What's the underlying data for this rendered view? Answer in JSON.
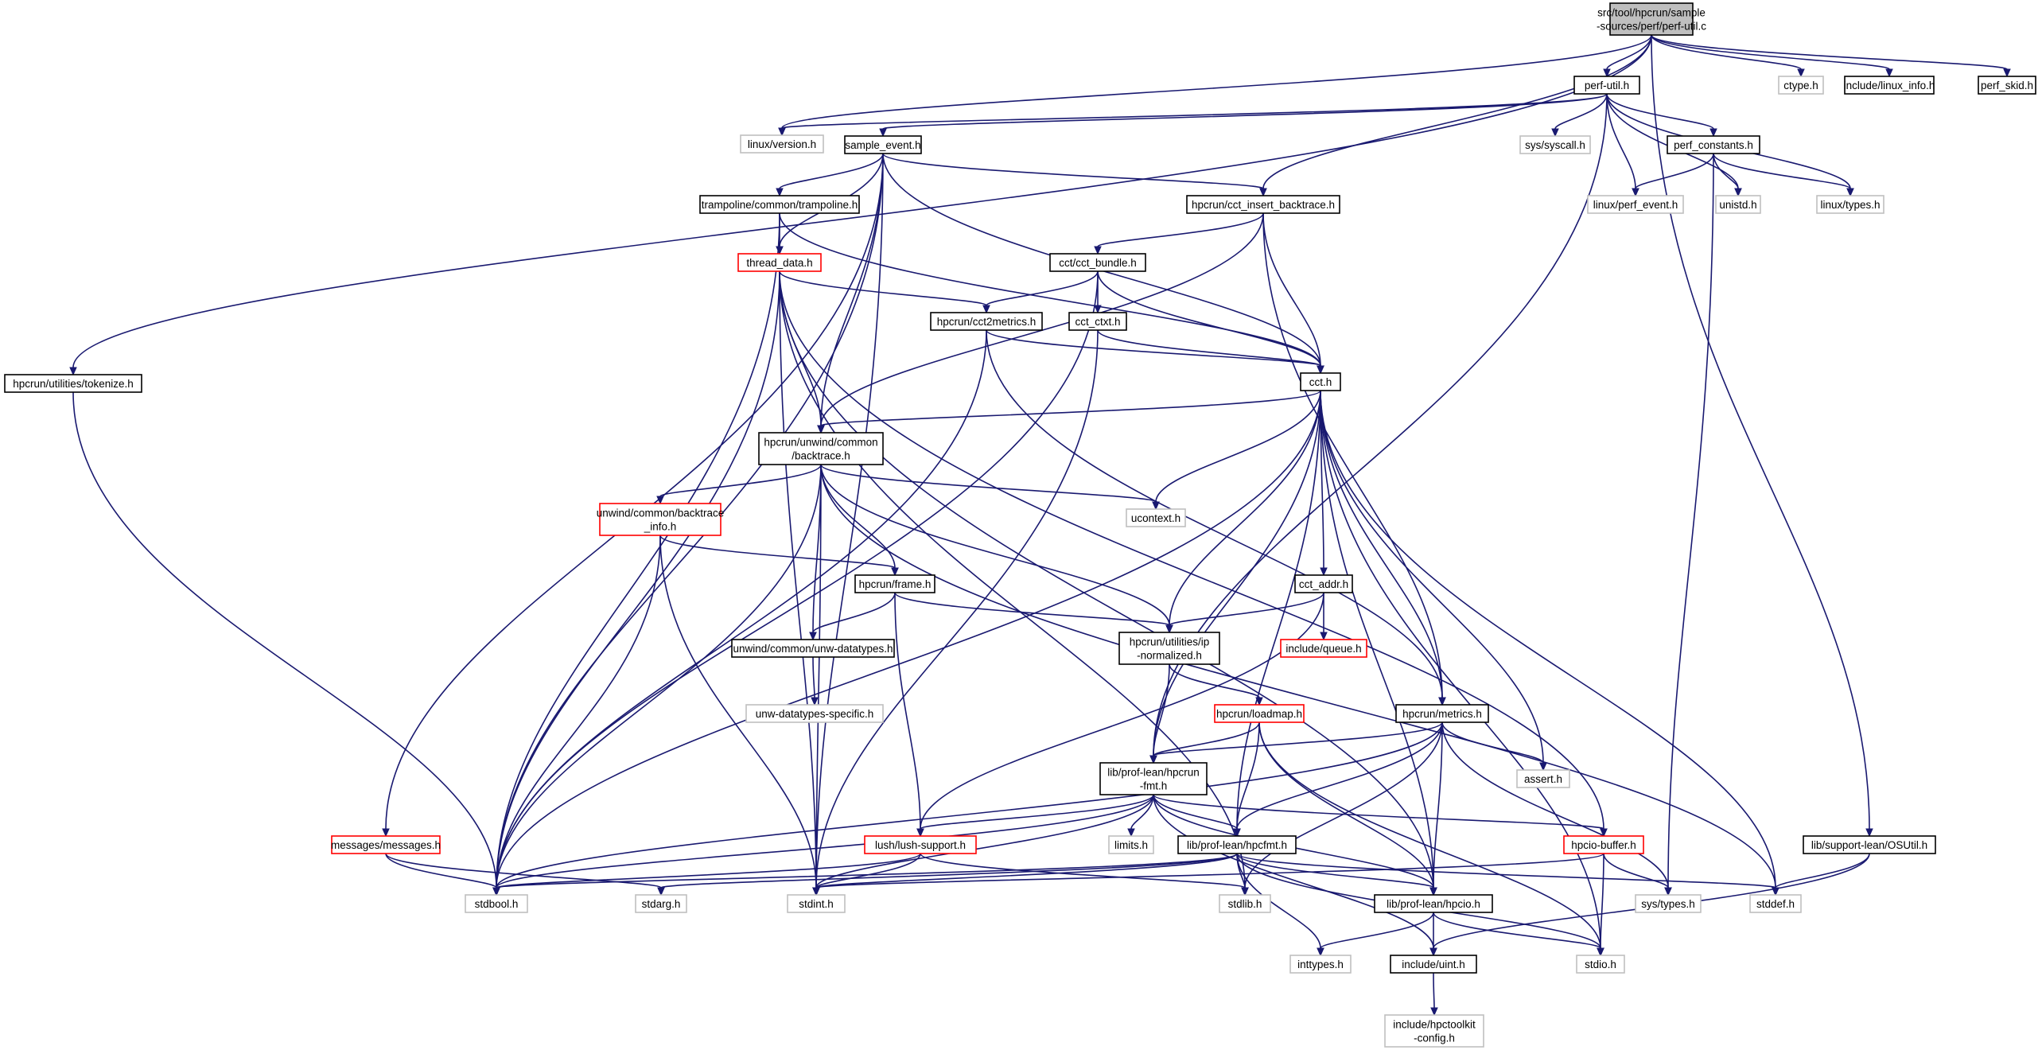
{
  "graph": {
    "colors": {
      "edge": "#191970",
      "root_fill": "#bfbfbf",
      "normal_border": "#000000",
      "external_border": "#bfbfbf",
      "truncated_border": "#ff0000",
      "text": "#000000",
      "background": "#ffffff"
    },
    "nodes": [
      {
        "id": "root",
        "lines": [
          "src/tool/hpcrun/sample",
          "-sources/perf/perf-util.c"
        ],
        "kind": "root"
      },
      {
        "id": "tokenize",
        "lines": [
          "hpcrun/utilities/tokenize.h"
        ],
        "kind": "normal"
      },
      {
        "id": "linux_version",
        "lines": [
          "linux/version.h"
        ],
        "kind": "external"
      },
      {
        "id": "perf_util_h",
        "lines": [
          "perf-util.h"
        ],
        "kind": "normal"
      },
      {
        "id": "ctype",
        "lines": [
          "ctype.h"
        ],
        "kind": "external"
      },
      {
        "id": "linux_info",
        "lines": [
          "include/linux_info.h"
        ],
        "kind": "normal"
      },
      {
        "id": "perf_skid",
        "lines": [
          "perf_skid.h"
        ],
        "kind": "normal"
      },
      {
        "id": "sample_event",
        "lines": [
          "sample_event.h"
        ],
        "kind": "normal"
      },
      {
        "id": "sys_syscall",
        "lines": [
          "sys/syscall.h"
        ],
        "kind": "external"
      },
      {
        "id": "perf_constants",
        "lines": [
          "perf_constants.h"
        ],
        "kind": "normal"
      },
      {
        "id": "linux_perf_event",
        "lines": [
          "linux/perf_event.h"
        ],
        "kind": "external"
      },
      {
        "id": "unistd",
        "lines": [
          "unistd.h"
        ],
        "kind": "external"
      },
      {
        "id": "linux_types",
        "lines": [
          "linux/types.h"
        ],
        "kind": "external"
      },
      {
        "id": "trampoline",
        "lines": [
          "trampoline/common/trampoline.h"
        ],
        "kind": "normal"
      },
      {
        "id": "cct_insert",
        "lines": [
          "hpcrun/cct_insert_backtrace.h"
        ],
        "kind": "normal"
      },
      {
        "id": "thread_data",
        "lines": [
          "thread_data.h"
        ],
        "kind": "truncated"
      },
      {
        "id": "cct_bundle",
        "lines": [
          "cct/cct_bundle.h"
        ],
        "kind": "normal"
      },
      {
        "id": "cct2metrics",
        "lines": [
          "hpcrun/cct2metrics.h"
        ],
        "kind": "normal"
      },
      {
        "id": "cct_ctxt",
        "lines": [
          "cct_ctxt.h"
        ],
        "kind": "normal"
      },
      {
        "id": "cct_h",
        "lines": [
          "cct.h"
        ],
        "kind": "normal"
      },
      {
        "id": "backtrace",
        "lines": [
          "hpcrun/unwind/common",
          "/backtrace.h"
        ],
        "kind": "normal"
      },
      {
        "id": "ucontext",
        "lines": [
          "ucontext.h"
        ],
        "kind": "external"
      },
      {
        "id": "bt_info",
        "lines": [
          "unwind/common/backtrace",
          "_info.h"
        ],
        "kind": "truncated"
      },
      {
        "id": "frame",
        "lines": [
          "hpcrun/frame.h"
        ],
        "kind": "normal"
      },
      {
        "id": "cct_addr",
        "lines": [
          "cct_addr.h"
        ],
        "kind": "normal"
      },
      {
        "id": "unw_datatypes",
        "lines": [
          "unwind/common/unw-datatypes.h"
        ],
        "kind": "normal"
      },
      {
        "id": "ip_normalized",
        "lines": [
          "hpcrun/utilities/ip",
          "-normalized.h"
        ],
        "kind": "normal"
      },
      {
        "id": "queue",
        "lines": [
          "include/queue.h"
        ],
        "kind": "truncated"
      },
      {
        "id": "unw_specific",
        "lines": [
          "unw-datatypes-specific.h"
        ],
        "kind": "external"
      },
      {
        "id": "loadmap",
        "lines": [
          "hpcrun/loadmap.h"
        ],
        "kind": "truncated"
      },
      {
        "id": "metrics",
        "lines": [
          "hpcrun/metrics.h"
        ],
        "kind": "normal"
      },
      {
        "id": "assert",
        "lines": [
          "assert.h"
        ],
        "kind": "external"
      },
      {
        "id": "hpcrun_fmt",
        "lines": [
          "lib/prof-lean/hpcrun",
          "-fmt.h"
        ],
        "kind": "normal"
      },
      {
        "id": "messages",
        "lines": [
          "messages/messages.h"
        ],
        "kind": "truncated"
      },
      {
        "id": "limits",
        "lines": [
          "limits.h"
        ],
        "kind": "external"
      },
      {
        "id": "lush",
        "lines": [
          "lush/lush-support.h"
        ],
        "kind": "truncated"
      },
      {
        "id": "hpcfmt",
        "lines": [
          "lib/prof-lean/hpcfmt.h"
        ],
        "kind": "normal"
      },
      {
        "id": "hpcio_buffer",
        "lines": [
          "hpcio-buffer.h"
        ],
        "kind": "truncated"
      },
      {
        "id": "osutil",
        "lines": [
          "lib/support-lean/OSUtil.h"
        ],
        "kind": "normal"
      },
      {
        "id": "stdbool",
        "lines": [
          "stdbool.h"
        ],
        "kind": "external"
      },
      {
        "id": "stdarg",
        "lines": [
          "stdarg.h"
        ],
        "kind": "external"
      },
      {
        "id": "stdint",
        "lines": [
          "stdint.h"
        ],
        "kind": "external"
      },
      {
        "id": "stdlib",
        "lines": [
          "stdlib.h"
        ],
        "kind": "external"
      },
      {
        "id": "hpcio",
        "lines": [
          "lib/prof-lean/hpcio.h"
        ],
        "kind": "normal"
      },
      {
        "id": "sys_types",
        "lines": [
          "sys/types.h"
        ],
        "kind": "external"
      },
      {
        "id": "stddef",
        "lines": [
          "stddef.h"
        ],
        "kind": "external"
      },
      {
        "id": "inttypes",
        "lines": [
          "inttypes.h"
        ],
        "kind": "external"
      },
      {
        "id": "uint",
        "lines": [
          "include/uint.h"
        ],
        "kind": "normal"
      },
      {
        "id": "stdio",
        "lines": [
          "stdio.h"
        ],
        "kind": "external"
      },
      {
        "id": "hpctoolkit_config",
        "lines": [
          "include/hpctoolkit",
          "-config.h"
        ],
        "kind": "external"
      }
    ],
    "edges": [
      [
        "root",
        "tokenize"
      ],
      [
        "root",
        "linux_version"
      ],
      [
        "root",
        "perf_util_h"
      ],
      [
        "root",
        "ctype"
      ],
      [
        "root",
        "linux_info"
      ],
      [
        "root",
        "perf_skid"
      ],
      [
        "root",
        "cct_insert"
      ],
      [
        "root",
        "osutil"
      ],
      [
        "tokenize",
        "stdbool"
      ],
      [
        "perf_util_h",
        "linux_version"
      ],
      [
        "perf_util_h",
        "sample_event"
      ],
      [
        "perf_util_h",
        "sys_syscall"
      ],
      [
        "perf_util_h",
        "perf_constants"
      ],
      [
        "perf_util_h",
        "linux_perf_event"
      ],
      [
        "perf_util_h",
        "unistd"
      ],
      [
        "perf_util_h",
        "linux_types"
      ],
      [
        "perf_util_h",
        "hpcrun_fmt"
      ],
      [
        "perf_constants",
        "linux_perf_event"
      ],
      [
        "perf_constants",
        "unistd"
      ],
      [
        "perf_constants",
        "linux_types"
      ],
      [
        "perf_constants",
        "sys_types"
      ],
      [
        "sample_event",
        "trampoline"
      ],
      [
        "sample_event",
        "cct_insert"
      ],
      [
        "sample_event",
        "thread_data"
      ],
      [
        "sample_event",
        "cct_h"
      ],
      [
        "sample_event",
        "backtrace"
      ],
      [
        "sample_event",
        "messages"
      ],
      [
        "sample_event",
        "stdbool"
      ],
      [
        "sample_event",
        "stdint"
      ],
      [
        "trampoline",
        "thread_data"
      ],
      [
        "trampoline",
        "cct_h"
      ],
      [
        "trampoline",
        "stdbool"
      ],
      [
        "cct_insert",
        "cct_bundle"
      ],
      [
        "cct_insert",
        "cct_h"
      ],
      [
        "cct_insert",
        "backtrace"
      ],
      [
        "cct_insert",
        "metrics"
      ],
      [
        "thread_data",
        "cct2metrics"
      ],
      [
        "thread_data",
        "backtrace"
      ],
      [
        "thread_data",
        "stdbool"
      ],
      [
        "thread_data",
        "stdint"
      ],
      [
        "thread_data",
        "stdlib"
      ],
      [
        "thread_data",
        "hpcio"
      ],
      [
        "thread_data",
        "hpcio_buffer"
      ],
      [
        "cct_bundle",
        "cct2metrics"
      ],
      [
        "cct_bundle",
        "cct_ctxt"
      ],
      [
        "cct_bundle",
        "cct_h"
      ],
      [
        "cct_bundle",
        "stdbool"
      ],
      [
        "cct2metrics",
        "cct_h"
      ],
      [
        "cct2metrics",
        "metrics"
      ],
      [
        "cct2metrics",
        "stdbool"
      ],
      [
        "cct_ctxt",
        "cct_h"
      ],
      [
        "cct_ctxt",
        "stdint"
      ],
      [
        "cct_h",
        "backtrace"
      ],
      [
        "cct_h",
        "ucontext"
      ],
      [
        "cct_h",
        "ip_normalized"
      ],
      [
        "cct_h",
        "cct_addr"
      ],
      [
        "cct_h",
        "metrics"
      ],
      [
        "cct_h",
        "assert"
      ],
      [
        "cct_h",
        "hpcfmt"
      ],
      [
        "cct_h",
        "hpcrun_fmt"
      ],
      [
        "cct_h",
        "stddef"
      ],
      [
        "cct_h",
        "stdbool"
      ],
      [
        "cct_h",
        "stdio"
      ],
      [
        "cct_h",
        "hpcio"
      ],
      [
        "backtrace",
        "bt_info"
      ],
      [
        "backtrace",
        "frame"
      ],
      [
        "backtrace",
        "unw_datatypes"
      ],
      [
        "backtrace",
        "ip_normalized"
      ],
      [
        "backtrace",
        "ucontext"
      ],
      [
        "backtrace",
        "stdbool"
      ],
      [
        "backtrace",
        "stdint"
      ],
      [
        "backtrace",
        "stddef"
      ],
      [
        "bt_info",
        "frame"
      ],
      [
        "bt_info",
        "stdbool"
      ],
      [
        "bt_info",
        "stdint"
      ],
      [
        "frame",
        "unw_datatypes"
      ],
      [
        "frame",
        "ip_normalized"
      ],
      [
        "frame",
        "lush"
      ],
      [
        "unw_datatypes",
        "unw_specific"
      ],
      [
        "cct_addr",
        "ip_normalized"
      ],
      [
        "cct_addr",
        "queue"
      ],
      [
        "cct_addr",
        "lush"
      ],
      [
        "ip_normalized",
        "loadmap"
      ],
      [
        "ip_normalized",
        "hpcrun_fmt"
      ],
      [
        "loadmap",
        "hpcrun_fmt"
      ],
      [
        "loadmap",
        "hpcfmt"
      ],
      [
        "loadmap",
        "hpcio"
      ],
      [
        "loadmap",
        "stdio"
      ],
      [
        "metrics",
        "hpcrun_fmt"
      ],
      [
        "metrics",
        "hpcfmt"
      ],
      [
        "metrics",
        "hpcio"
      ],
      [
        "metrics",
        "assert"
      ],
      [
        "metrics",
        "stdlib"
      ],
      [
        "metrics",
        "sys_types"
      ],
      [
        "metrics",
        "stdbool"
      ],
      [
        "hpcrun_fmt",
        "lush"
      ],
      [
        "hpcrun_fmt",
        "hpcfmt"
      ],
      [
        "hpcrun_fmt",
        "hpcio"
      ],
      [
        "hpcrun_fmt",
        "hpcio_buffer"
      ],
      [
        "hpcrun_fmt",
        "limits"
      ],
      [
        "hpcrun_fmt",
        "stdbool"
      ],
      [
        "hpcrun_fmt",
        "stdint"
      ],
      [
        "hpcrun_fmt",
        "uint"
      ],
      [
        "messages",
        "stdbool"
      ],
      [
        "messages",
        "stdarg"
      ],
      [
        "lush",
        "stdbool"
      ],
      [
        "lush",
        "stdint"
      ],
      [
        "lush",
        "stdlib"
      ],
      [
        "hpcfmt",
        "hpcio"
      ],
      [
        "hpcfmt",
        "stdbool"
      ],
      [
        "hpcfmt",
        "stdarg"
      ],
      [
        "hpcfmt",
        "stdint"
      ],
      [
        "hpcfmt",
        "stdlib"
      ],
      [
        "hpcfmt",
        "stddef"
      ],
      [
        "hpcfmt",
        "inttypes"
      ],
      [
        "hpcfmt",
        "stdio"
      ],
      [
        "hpcio_buffer",
        "sys_types"
      ],
      [
        "hpcio_buffer",
        "stdio"
      ],
      [
        "hpcio_buffer",
        "stdint"
      ],
      [
        "hpcio",
        "uint"
      ],
      [
        "hpcio",
        "inttypes"
      ],
      [
        "hpcio",
        "stdio"
      ],
      [
        "uint",
        "hpctoolkit_config"
      ],
      [
        "osutil",
        "uint"
      ],
      [
        "osutil",
        "stddef"
      ]
    ]
  }
}
